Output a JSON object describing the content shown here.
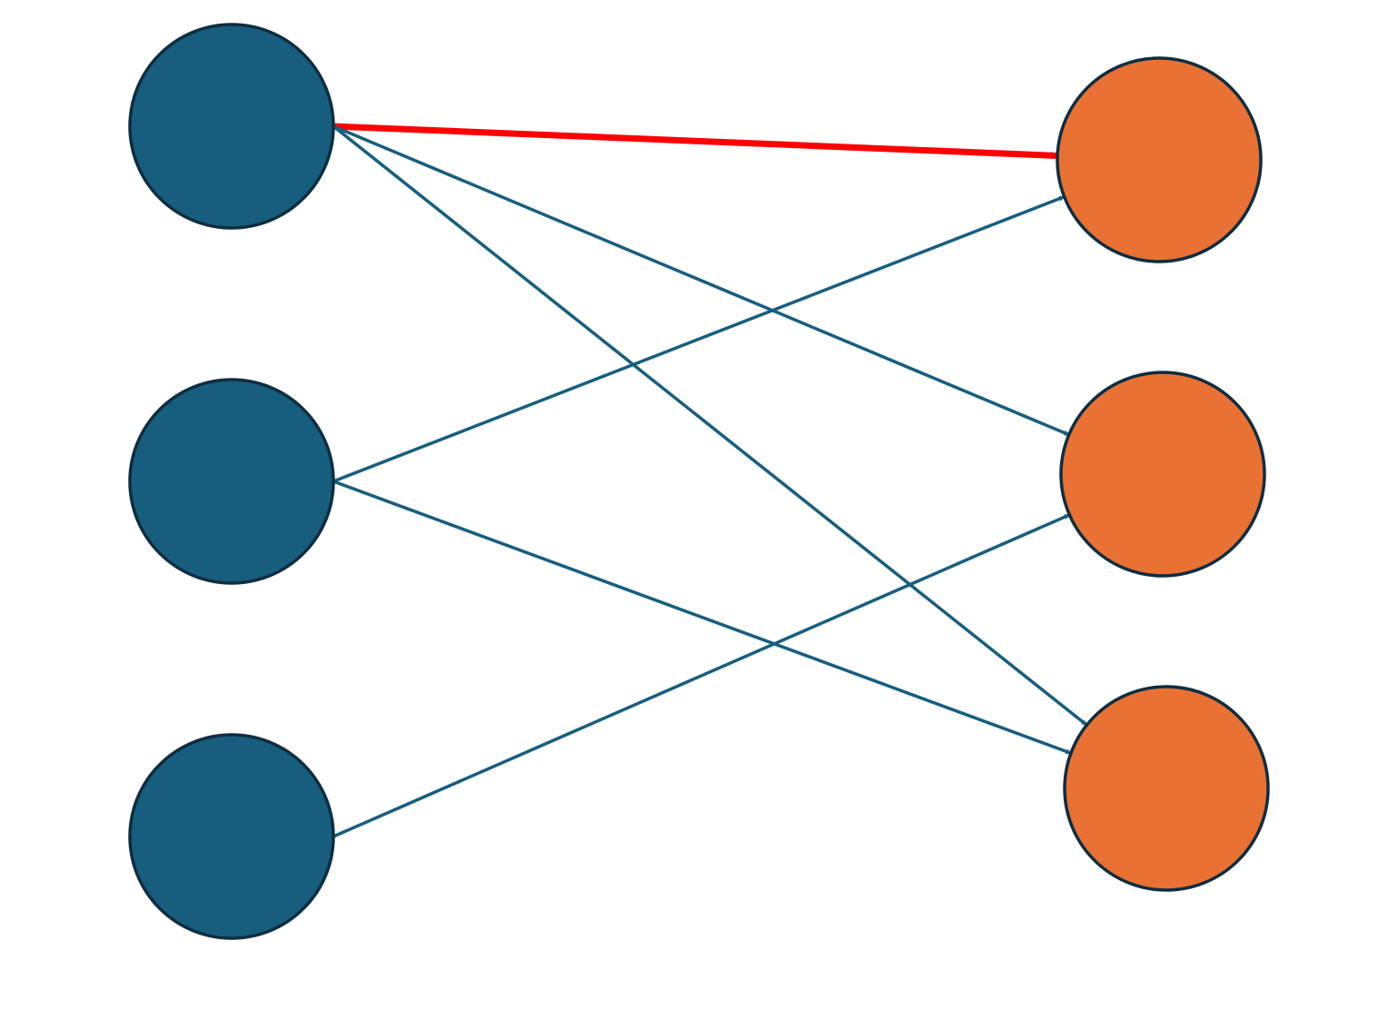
{
  "diagram": {
    "type": "bipartite-graph",
    "colors": {
      "background": "#ffffff",
      "source_fill": "#175e7e",
      "target_fill": "#e87133",
      "node_stroke": "#0f2d40",
      "edge": "#175e7e",
      "highlight_edge": "#ff0000"
    },
    "source_nodes": [
      "s1",
      "s2",
      "s3"
    ],
    "target_nodes": [
      "t1",
      "t2",
      "t3"
    ],
    "edges": [
      {
        "from": "s1",
        "to": "t1",
        "highlighted": true
      },
      {
        "from": "s1",
        "to": "t2",
        "highlighted": false
      },
      {
        "from": "s1",
        "to": "t3",
        "highlighted": false
      },
      {
        "from": "s2",
        "to": "t1",
        "highlighted": false
      },
      {
        "from": "s2",
        "to": "t3",
        "highlighted": false
      },
      {
        "from": "s3",
        "to": "t2",
        "highlighted": false
      }
    ]
  }
}
